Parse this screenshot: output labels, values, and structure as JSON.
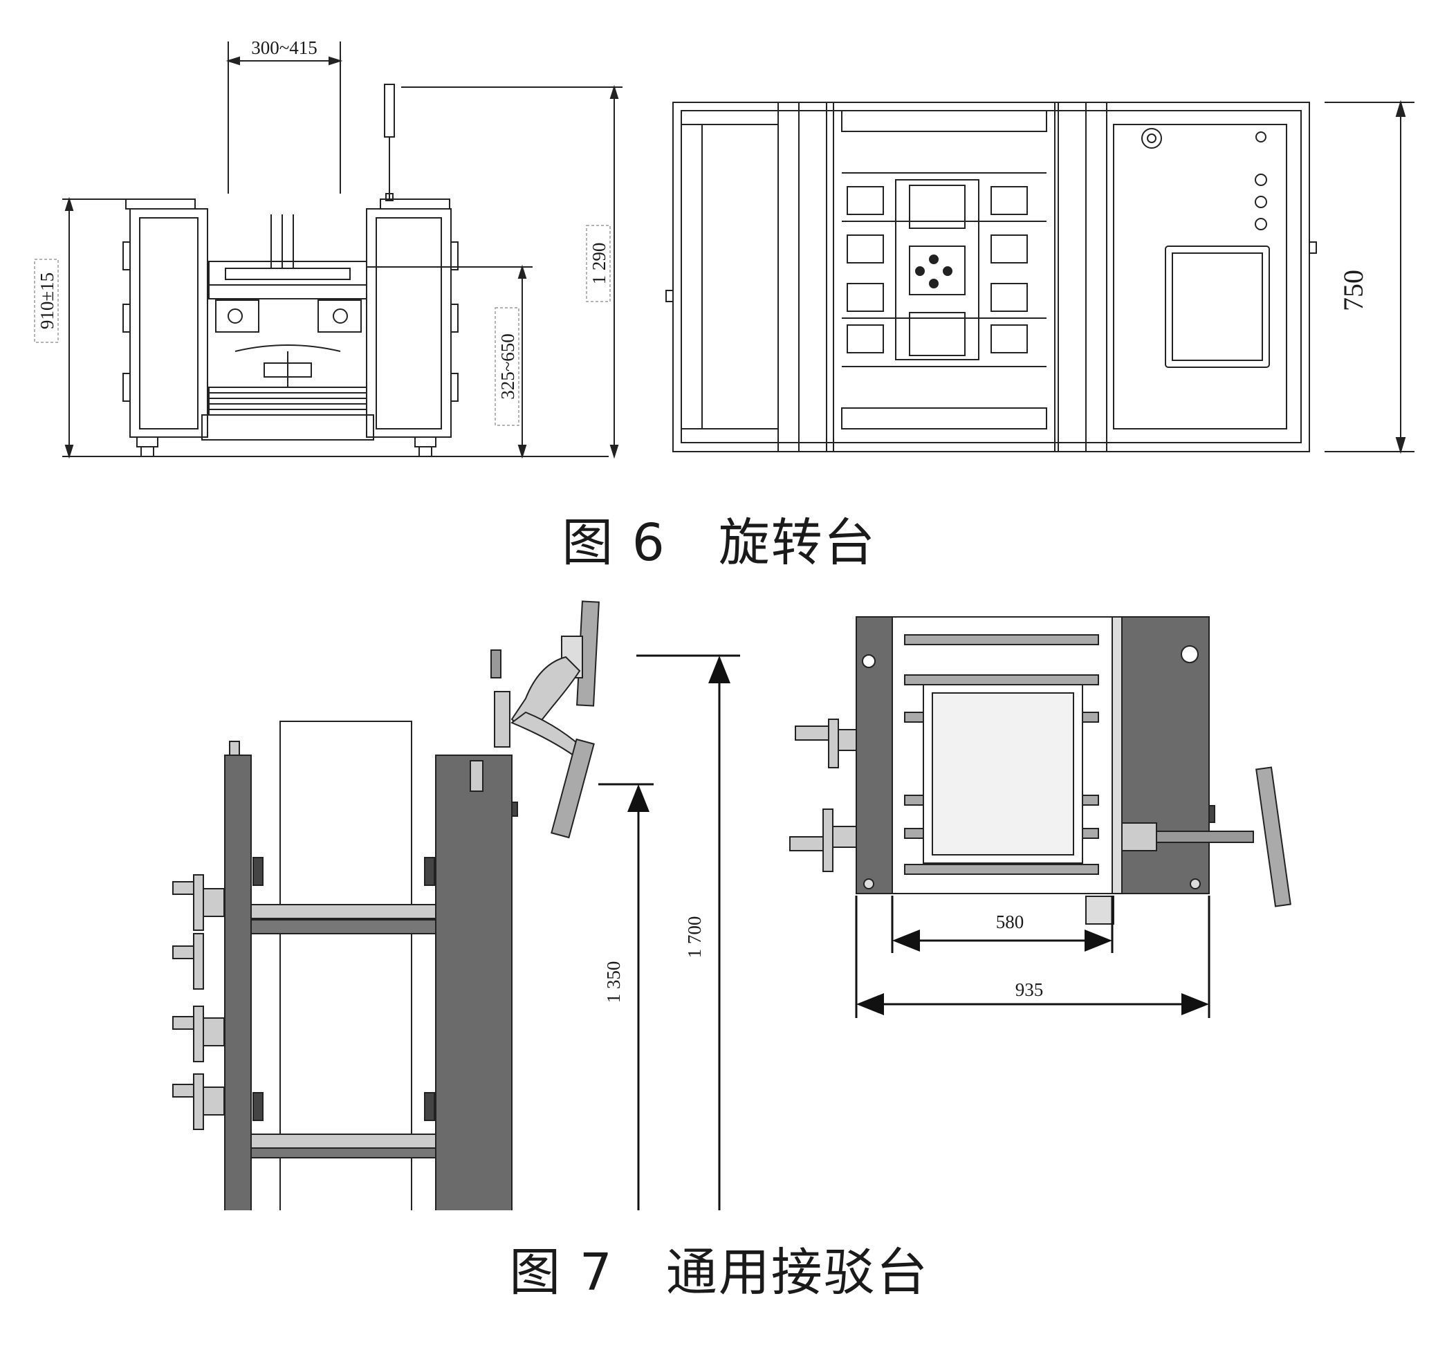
{
  "figure6": {
    "caption": "图 6　旋转台",
    "front_view": {
      "dim_width": "300~415",
      "dim_height_left": "910±15",
      "dim_height_inner": "325~650",
      "dim_height_total": "1 290"
    },
    "top_view": {
      "dim_depth": "750"
    }
  },
  "figure7": {
    "caption": "图 7　通用接驳台",
    "side_view": {
      "dim_height_1": "1 350",
      "dim_height_2": "1 700"
    },
    "top_view": {
      "dim_width_inner": "580",
      "dim_width_outer": "935"
    }
  }
}
